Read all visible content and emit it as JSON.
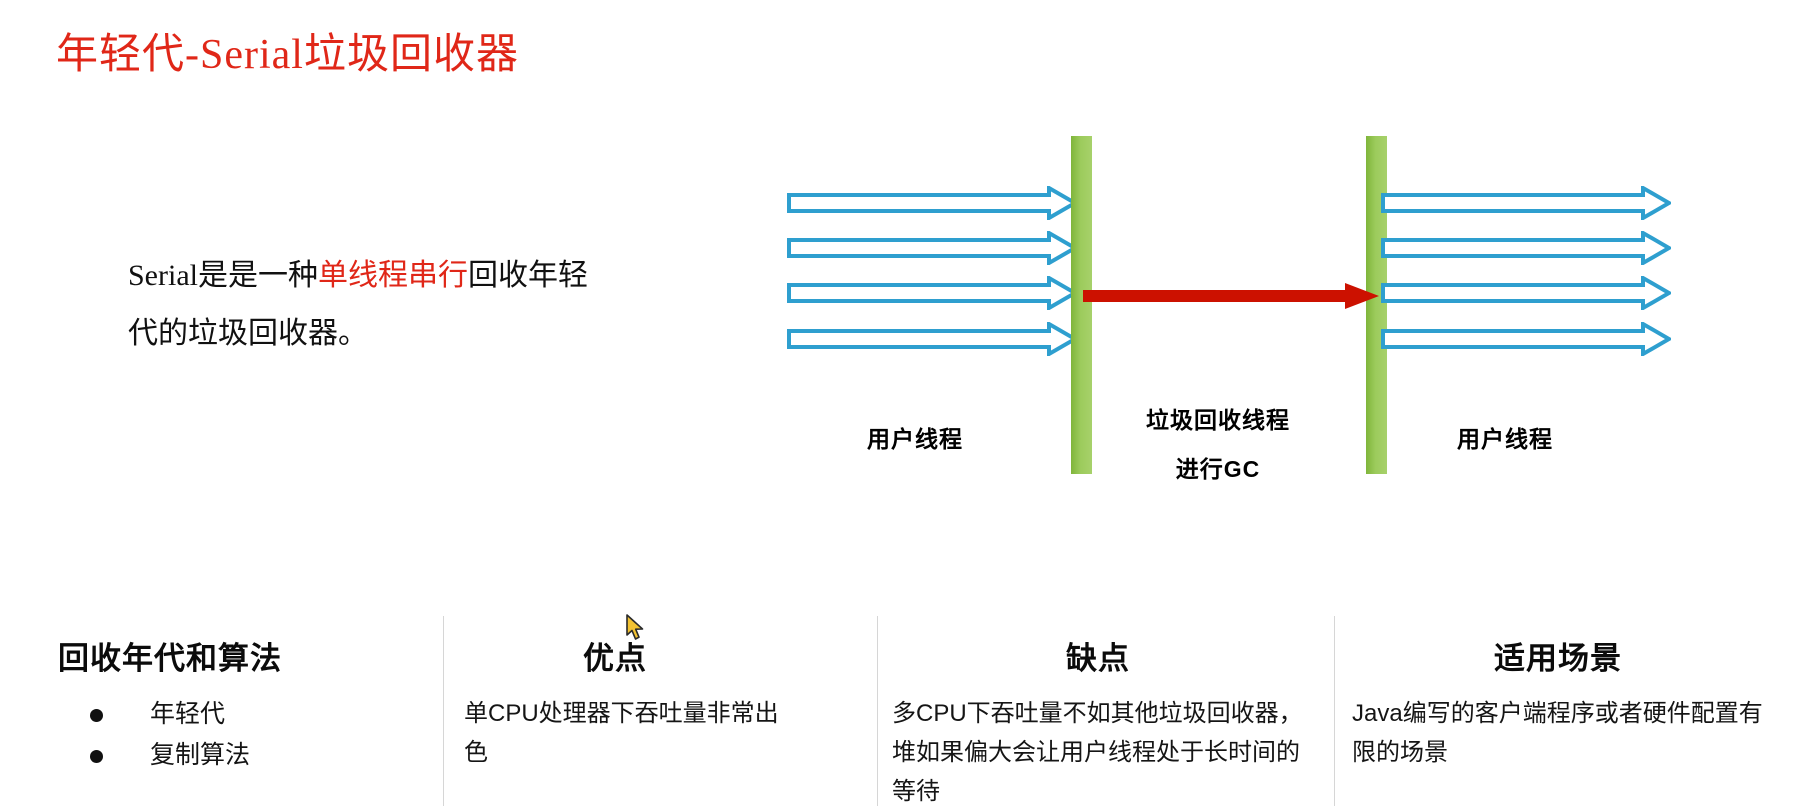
{
  "slide": {
    "title": "年轻代-Serial垃圾回收器",
    "title_color": "#E02718",
    "background": "#FFFFFF"
  },
  "description": {
    "part1": "Serial是是一种",
    "highlight": "单线程串行",
    "part2": "回收年轻",
    "line2": "代的垃圾回收器。",
    "highlight_color": "#E02718"
  },
  "diagram": {
    "bar_color": "#92C84D",
    "user_thread_arrow_color": "#2E9FCF",
    "gc_arrow_color": "#CC1100",
    "labels": {
      "left_threads": "用户线程",
      "gc_line1": "垃圾回收线程",
      "gc_line2": "进行GC",
      "right_threads": "用户线程"
    },
    "left_arrow_count": 4,
    "right_arrow_count": 4,
    "safepoint_bars": 2
  },
  "columns": [
    {
      "heading": "回收年代和算法",
      "bullets": [
        "年轻代",
        "复制算法"
      ],
      "body": ""
    },
    {
      "heading": "优点",
      "bullets": [],
      "body": "单CPU处理器下吞吐量非常出色"
    },
    {
      "heading": "缺点",
      "bullets": [],
      "body": "多CPU下吞吐量不如其他垃圾回收器，堆如果偏大会让用户线程处于长时间的等待"
    },
    {
      "heading": "适用场景",
      "bullets": [],
      "body": "Java编写的客户端程序或者硬件配置有限的场景"
    }
  ],
  "cursor": {
    "name": "mouse-pointer",
    "color": "#F2C232"
  }
}
